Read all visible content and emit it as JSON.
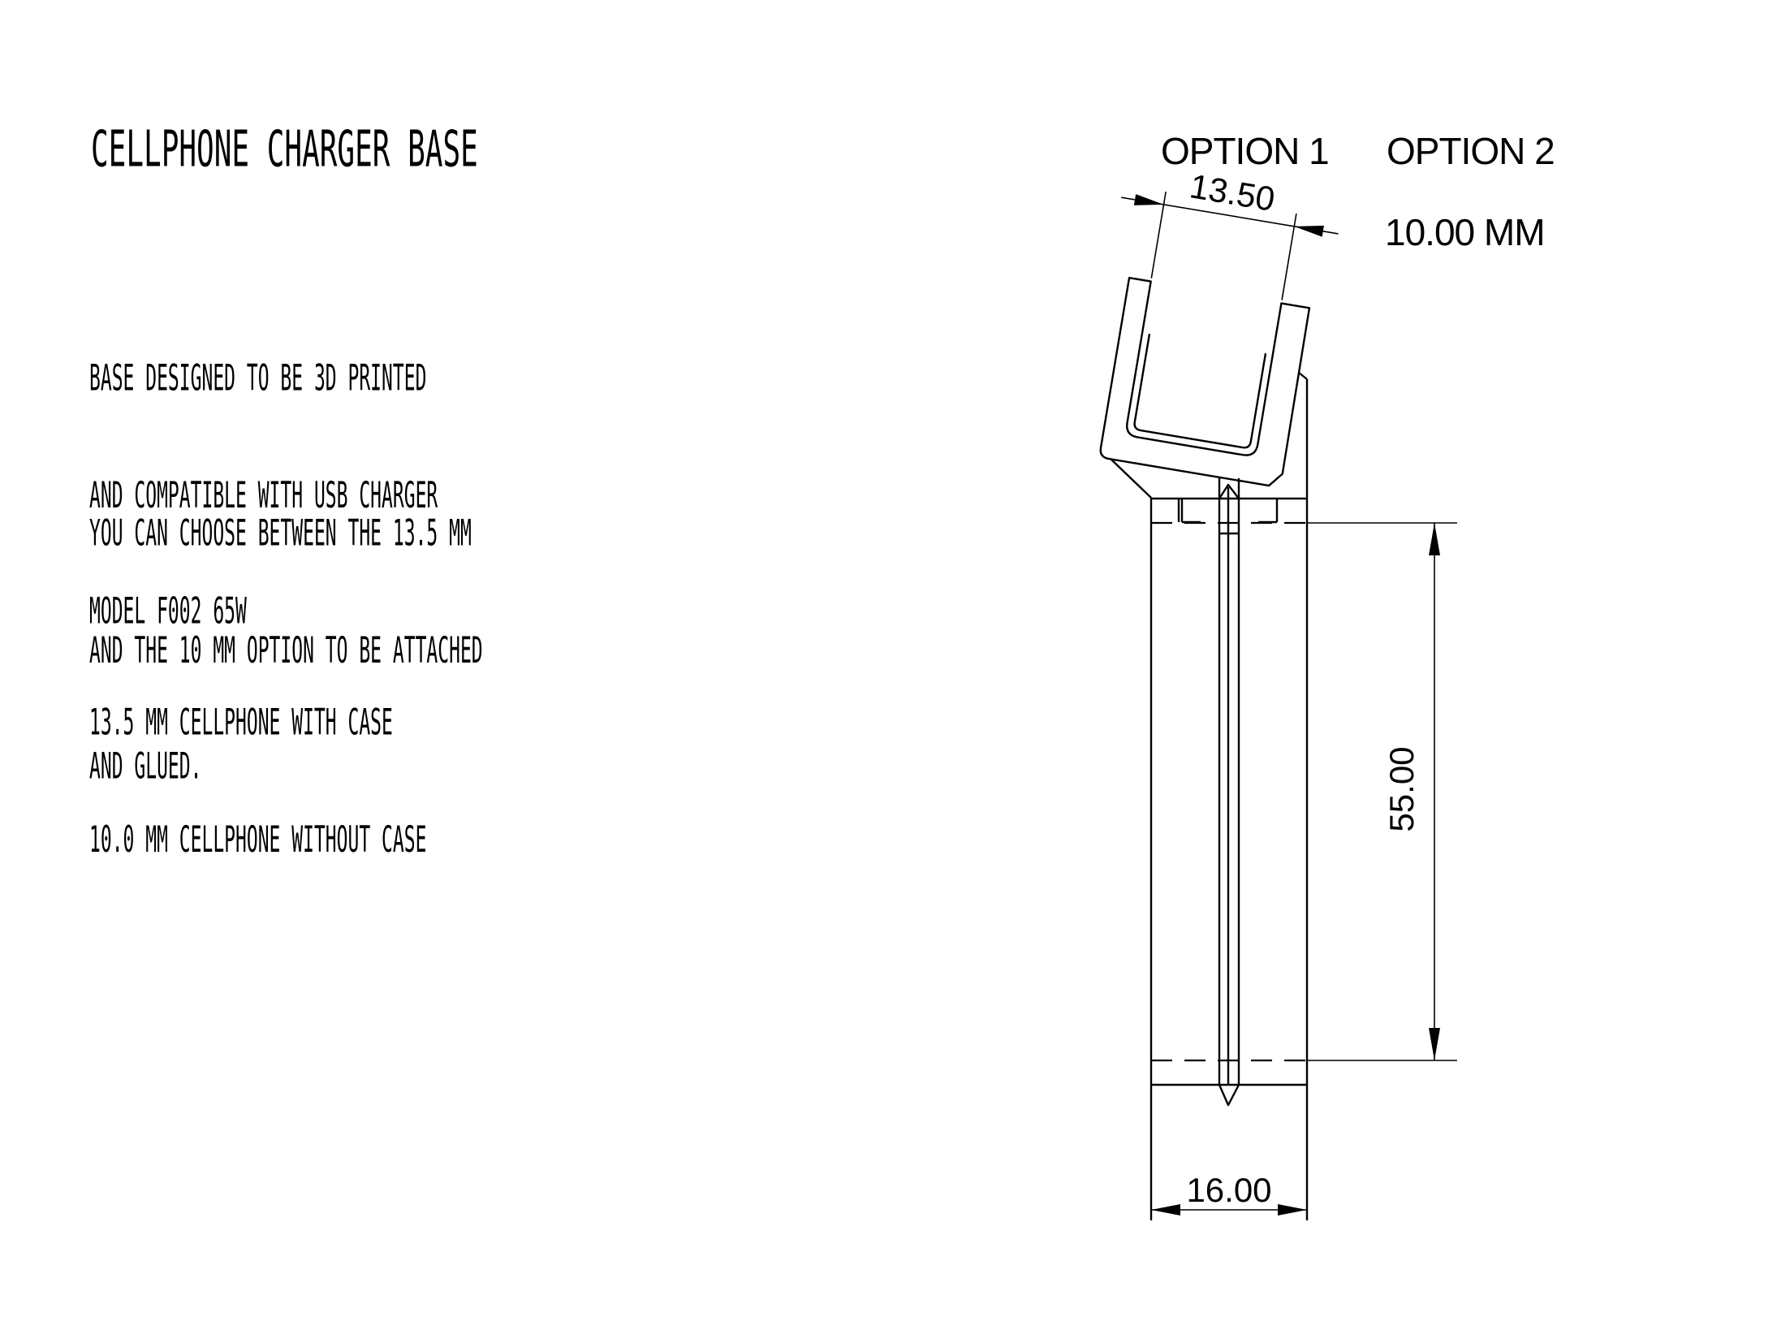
{
  "sheet": {
    "background": "#ffffff",
    "line_color": "#000000"
  },
  "title": "CELLPHONE CHARGER BASE",
  "notes": [
    {
      "lines": [
        "BASE DESIGNED TO BE 3D PRINTED",
        "AND COMPATIBLE WITH USB CHARGER",
        "MODEL F002 65W"
      ]
    },
    {
      "lines": [
        "YOU CAN CHOOSE BETWEEN THE 13.5 MM",
        "AND THE 10 MM OPTION TO BE ATTACHED",
        "AND GLUED."
      ]
    },
    {
      "lines": [
        "13.5 MM CELLPHONE WITH CASE",
        "10.0 MM CELLPHONE WITHOUT CASE"
      ]
    }
  ],
  "drawing": {
    "option1_label": "OPTION 1",
    "option2_label": "OPTION 2",
    "option2_size": "10.00 MM",
    "dim_cradle_width": "13.50",
    "dim_body_height": "55.00",
    "dim_base_width": "16.00"
  }
}
